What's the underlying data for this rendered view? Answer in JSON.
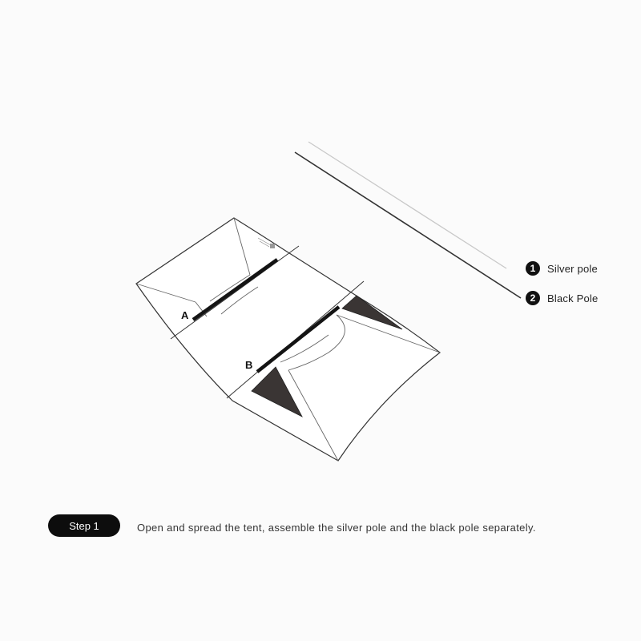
{
  "legend": [
    {
      "number": "1",
      "label": "Silver pole"
    },
    {
      "number": "2",
      "label": "Black Pole"
    }
  ],
  "labels": {
    "pole_a": "A",
    "pole_b": "B"
  },
  "step": {
    "badge": "Step 1",
    "description": "Open and spread the tent, assemble the silver pole and the black pole separately."
  },
  "colors": {
    "silver_pole": "#c8c8c8",
    "black_pole": "#222222",
    "badge_bg": "#0d0d0d"
  }
}
